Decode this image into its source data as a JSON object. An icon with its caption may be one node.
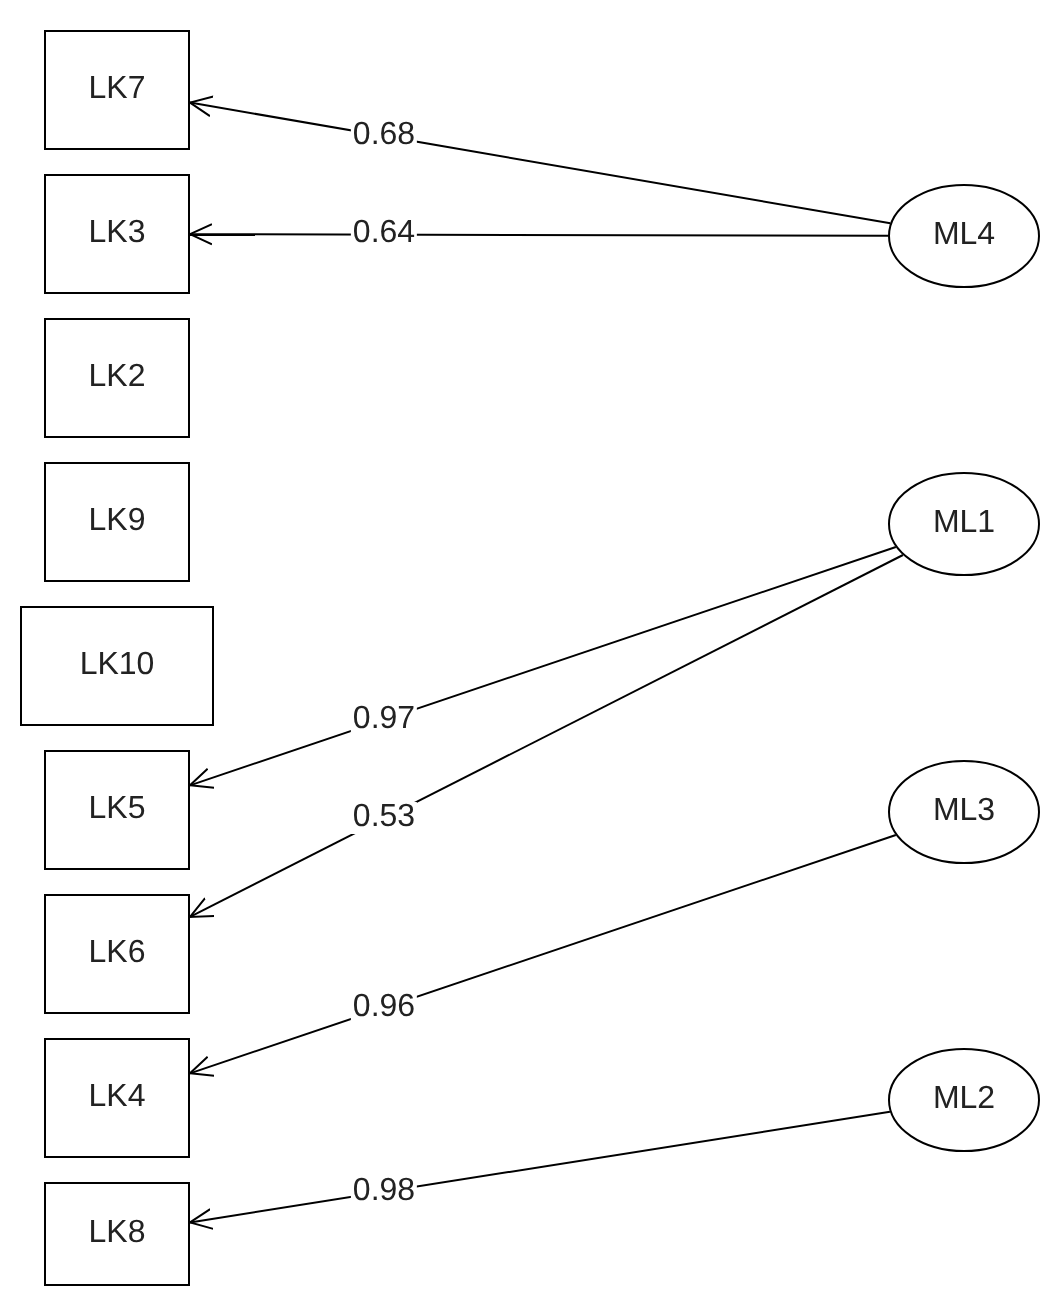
{
  "diagram": {
    "nodes": [
      {
        "text": [
          "LK7"
        ]
      },
      {
        "text": [
          "LK3"
        ]
      },
      {
        "text": [
          "LK2"
        ]
      },
      {
        "text": [
          "LK9"
        ]
      },
      {
        "text": [
          "LK10"
        ]
      },
      {
        "text": [
          "LK5"
        ]
      },
      {
        "text": [
          "LK6"
        ]
      },
      {
        "text": [
          "LK4"
        ]
      },
      {
        "text": [
          "LK8"
        ]
      },
      {
        "text": [
          "ML4"
        ]
      },
      {
        "text": [
          "ML1"
        ]
      },
      {
        "text": [
          "ML3"
        ]
      },
      {
        "text": [
          "ML2"
        ]
      }
    ],
    "edges": [
      {
        "from": 9,
        "to": 0,
        "arrow": "to",
        "label": "0.68"
      },
      {
        "from": 9,
        "to": 1,
        "arrow": "to",
        "label": "0.64"
      },
      {
        "from": 10,
        "to": 5,
        "arrow": "to",
        "label": "0.97"
      },
      {
        "from": 10,
        "to": 6,
        "arrow": "to",
        "label": "0.53"
      },
      {
        "from": 11,
        "to": 7,
        "arrow": "to",
        "label": "0.96"
      },
      {
        "from": 12,
        "to": 8,
        "arrow": "to",
        "label": "0.98"
      }
    ]
  }
}
